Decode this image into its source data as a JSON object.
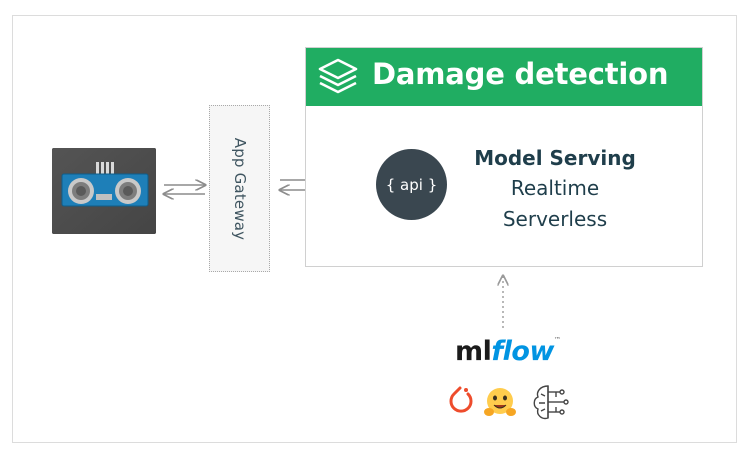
{
  "gateway": {
    "label": "App Gateway"
  },
  "card": {
    "title": "Damage detection",
    "api_label": "{ api }",
    "serving_title": "Model Serving",
    "serving_line1": "Realtime",
    "serving_line2": "Serverless"
  },
  "mlflow": {
    "ml": "ml",
    "flow": "flow",
    "tm": "™"
  },
  "colors": {
    "header_green": "#20ad62",
    "api_circle": "#3a4750",
    "text_dark": "#1f3e4b",
    "mlflow_blue": "#0194e2",
    "pytorch_red": "#ee4c2c"
  },
  "icons": [
    "ultrasonic-sensor-photo",
    "layers-icon",
    "pytorch-icon",
    "huggingface-icon",
    "brain-network-icon"
  ]
}
